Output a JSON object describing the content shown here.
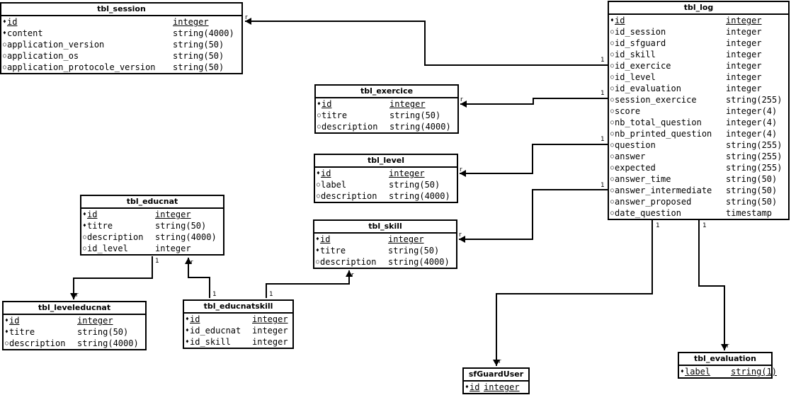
{
  "markers": {
    "key": "♦",
    "optional": "○"
  },
  "tables": [
    {
      "id": "session",
      "title": "tbl_session",
      "columns": [
        {
          "name": "id",
          "type": "integer",
          "kind": "key",
          "pk": true
        },
        {
          "name": "content",
          "type": "string(4000)",
          "kind": "key",
          "pk": false
        },
        {
          "name": "application_version",
          "type": "string(50)",
          "kind": "optional",
          "pk": false
        },
        {
          "name": "application_os",
          "type": "string(50)",
          "kind": "optional",
          "pk": false
        },
        {
          "name": "application_protocole_version",
          "type": "string(50)",
          "kind": "optional",
          "pk": false
        }
      ]
    },
    {
      "id": "log",
      "title": "tbl_log",
      "columns": [
        {
          "name": "id",
          "type": "integer",
          "kind": "key",
          "pk": true
        },
        {
          "name": "id_session",
          "type": "integer",
          "kind": "optional",
          "pk": false
        },
        {
          "name": "id_sfguard",
          "type": "integer",
          "kind": "optional",
          "pk": false
        },
        {
          "name": "id_skill",
          "type": "integer",
          "kind": "optional",
          "pk": false
        },
        {
          "name": "id_exercice",
          "type": "integer",
          "kind": "optional",
          "pk": false
        },
        {
          "name": "id_level",
          "type": "integer",
          "kind": "optional",
          "pk": false
        },
        {
          "name": "id_evaluation",
          "type": "integer",
          "kind": "optional",
          "pk": false
        },
        {
          "name": "session_exercice",
          "type": "string(255)",
          "kind": "optional",
          "pk": false
        },
        {
          "name": "score",
          "type": "integer(4)",
          "kind": "optional",
          "pk": false
        },
        {
          "name": "nb_total_question",
          "type": "integer(4)",
          "kind": "optional",
          "pk": false
        },
        {
          "name": "nb_printed_question",
          "type": "integer(4)",
          "kind": "optional",
          "pk": false
        },
        {
          "name": "question",
          "type": "string(255)",
          "kind": "optional",
          "pk": false
        },
        {
          "name": "answer",
          "type": "string(255)",
          "kind": "optional",
          "pk": false
        },
        {
          "name": "expected",
          "type": "string(255)",
          "kind": "optional",
          "pk": false
        },
        {
          "name": "answer_time",
          "type": "string(50)",
          "kind": "optional",
          "pk": false
        },
        {
          "name": "answer_intermediate",
          "type": "string(50)",
          "kind": "optional",
          "pk": false
        },
        {
          "name": "answer_proposed",
          "type": "string(50)",
          "kind": "optional",
          "pk": false
        },
        {
          "name": "date_question",
          "type": "timestamp",
          "kind": "optional",
          "pk": false
        }
      ]
    },
    {
      "id": "exercice",
      "title": "tbl_exercice",
      "columns": [
        {
          "name": "id",
          "type": "integer",
          "kind": "key",
          "pk": true
        },
        {
          "name": "titre",
          "type": "string(50)",
          "kind": "optional",
          "pk": false
        },
        {
          "name": "description",
          "type": "string(4000)",
          "kind": "optional",
          "pk": false
        }
      ]
    },
    {
      "id": "level",
      "title": "tbl_level",
      "columns": [
        {
          "name": "id",
          "type": "integer",
          "kind": "key",
          "pk": true
        },
        {
          "name": "label",
          "type": "string(50)",
          "kind": "optional",
          "pk": false
        },
        {
          "name": "description",
          "type": "string(4000)",
          "kind": "optional",
          "pk": false
        }
      ]
    },
    {
      "id": "educnat",
      "title": "tbl_educnat",
      "columns": [
        {
          "name": "id",
          "type": "integer",
          "kind": "key",
          "pk": true
        },
        {
          "name": "titre",
          "type": "string(50)",
          "kind": "key",
          "pk": false
        },
        {
          "name": "description",
          "type": "string(4000)",
          "kind": "optional",
          "pk": false
        },
        {
          "name": "id_level",
          "type": "integer",
          "kind": "optional",
          "pk": false
        }
      ]
    },
    {
      "id": "skill",
      "title": "tbl_skill",
      "columns": [
        {
          "name": "id",
          "type": "integer",
          "kind": "key",
          "pk": true
        },
        {
          "name": "titre",
          "type": "string(50)",
          "kind": "key",
          "pk": false
        },
        {
          "name": "description",
          "type": "string(4000)",
          "kind": "optional",
          "pk": false
        }
      ]
    },
    {
      "id": "leveleducnat",
      "title": "tbl_leveleducnat",
      "columns": [
        {
          "name": "id",
          "type": "integer",
          "kind": "key",
          "pk": true
        },
        {
          "name": "titre",
          "type": "string(50)",
          "kind": "key",
          "pk": false
        },
        {
          "name": "description",
          "type": "string(4000)",
          "kind": "optional",
          "pk": false
        }
      ]
    },
    {
      "id": "educnatskill",
      "title": "tbl_educnatskill",
      "columns": [
        {
          "name": "id",
          "type": "integer",
          "kind": "key",
          "pk": true
        },
        {
          "name": "id_educnat",
          "type": "integer",
          "kind": "key",
          "pk": false
        },
        {
          "name": "id_skill",
          "type": "integer",
          "kind": "key",
          "pk": false
        }
      ]
    },
    {
      "id": "sfguarduser",
      "title": "sfGuardUser",
      "columns": [
        {
          "name": "id",
          "type": "integer",
          "kind": "key",
          "pk": true
        }
      ]
    },
    {
      "id": "evaluation",
      "title": "tbl_evaluation",
      "columns": [
        {
          "name": "label",
          "type": "string(1)",
          "kind": "key",
          "pk": true
        }
      ]
    }
  ],
  "relations": [
    {
      "id": "log-session",
      "from": "log",
      "to": "session",
      "from_card": "1",
      "to_card": "r"
    },
    {
      "id": "log-exercice",
      "from": "log",
      "to": "exercice",
      "from_card": "1",
      "to_card": "r"
    },
    {
      "id": "log-level",
      "from": "log",
      "to": "level",
      "from_card": "1",
      "to_card": "r"
    },
    {
      "id": "log-skill",
      "from": "log",
      "to": "skill",
      "from_card": "1",
      "to_card": "r"
    },
    {
      "id": "log-sfguarduser",
      "from": "log",
      "to": "sfguarduser",
      "from_card": "1",
      "to_card": "r"
    },
    {
      "id": "log-evaluation",
      "from": "log",
      "to": "evaluation",
      "from_card": "1",
      "to_card": "r"
    },
    {
      "id": "educnat-leveleducnat",
      "from": "educnat",
      "to": "leveleducnat",
      "from_card": "1",
      "to_card": "r"
    },
    {
      "id": "educnatskill-educnat",
      "from": "educnatskill",
      "to": "educnat",
      "from_card": "1",
      "to_card": "r"
    },
    {
      "id": "educnatskill-skill",
      "from": "educnatskill",
      "to": "skill",
      "from_card": "1",
      "to_card": "r"
    }
  ]
}
